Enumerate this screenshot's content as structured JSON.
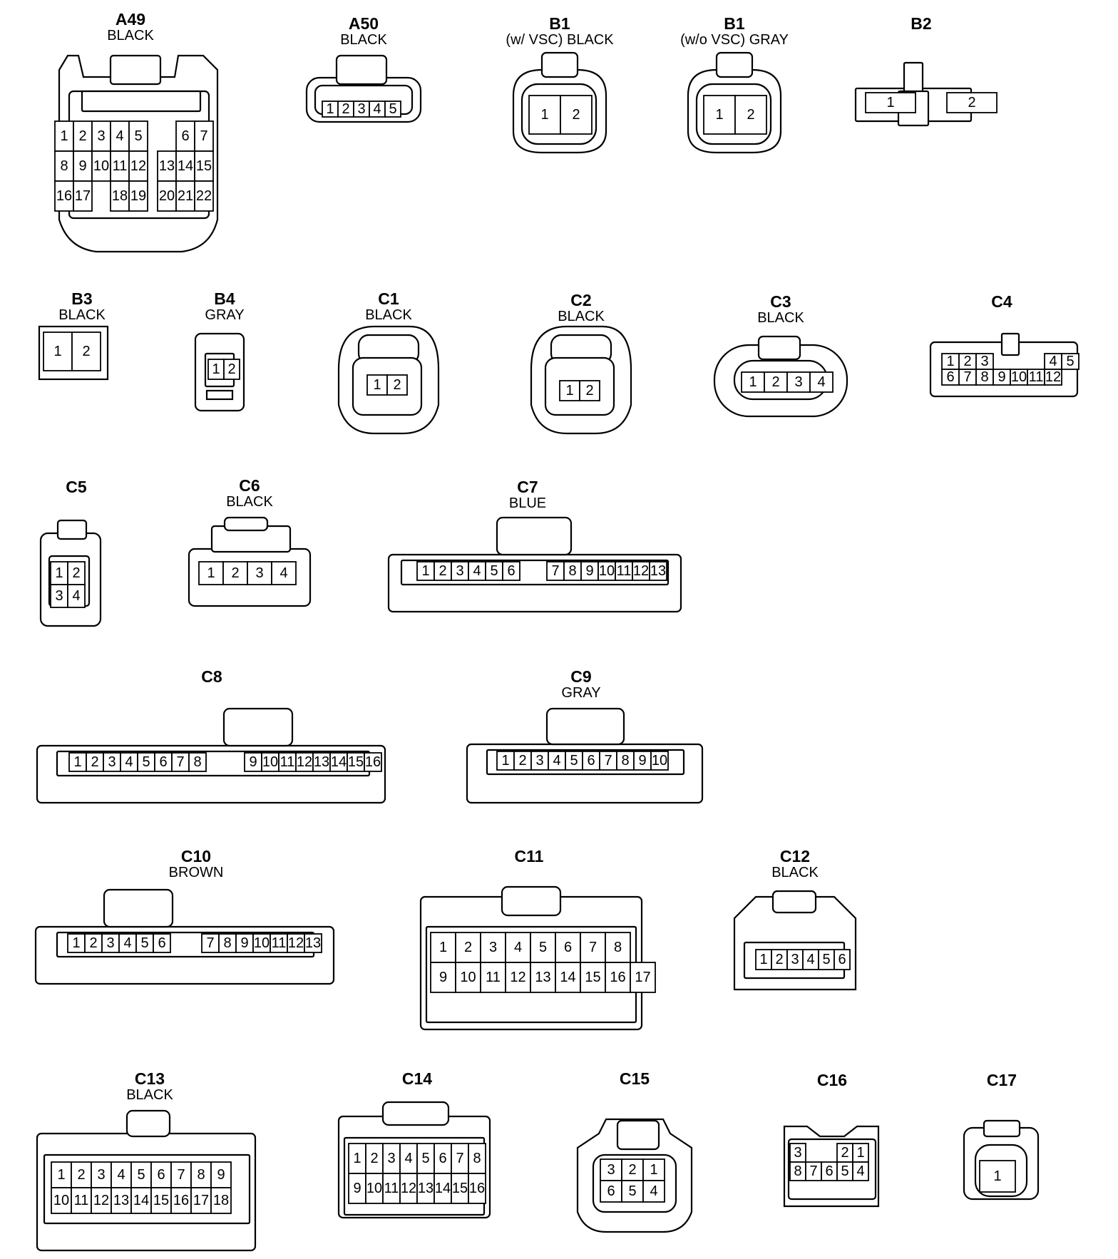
{
  "connectors": [
    {
      "key": "A49",
      "id": "A49",
      "color": "BLACK",
      "rows": [
        [
          "1",
          "2",
          "3",
          "4",
          "5",
          "",
          "6",
          "7"
        ],
        [
          "8",
          "9",
          "10",
          "11",
          "12",
          "13",
          "14",
          "15"
        ],
        [
          "16",
          "17",
          "",
          "18",
          "19",
          "20",
          "21",
          "22"
        ]
      ]
    },
    {
      "key": "A50",
      "id": "A50",
      "color": "BLACK",
      "rows": [
        [
          "1",
          "2",
          "3",
          "4",
          "5"
        ]
      ]
    },
    {
      "key": "B1a",
      "id": "B1",
      "color": "(w/ VSC)  BLACK",
      "rows": [
        [
          "1",
          "2"
        ]
      ]
    },
    {
      "key": "B1b",
      "id": "B1",
      "color": "(w/o VSC)  GRAY",
      "rows": [
        [
          "1",
          "2"
        ]
      ]
    },
    {
      "key": "B2",
      "id": "B2",
      "color": "",
      "rows": [
        [
          "1",
          "2"
        ]
      ]
    },
    {
      "key": "B3",
      "id": "B3",
      "color": "BLACK",
      "rows": [
        [
          "1",
          "2"
        ]
      ]
    },
    {
      "key": "B4",
      "id": "B4",
      "color": "GRAY",
      "rows": [
        [
          "1",
          "2"
        ]
      ]
    },
    {
      "key": "C1",
      "id": "C1",
      "color": "BLACK",
      "rows": [
        [
          "1",
          "2"
        ]
      ]
    },
    {
      "key": "C2",
      "id": "C2",
      "color": "BLACK",
      "rows": [
        [
          "1",
          "2"
        ]
      ]
    },
    {
      "key": "C3",
      "id": "C3",
      "color": "BLACK",
      "rows": [
        [
          "1",
          "2",
          "3",
          "4"
        ]
      ]
    },
    {
      "key": "C4",
      "id": "C4",
      "color": "",
      "rows": [
        [
          "1",
          "2",
          "3",
          "",
          "",
          "",
          "4",
          "5"
        ],
        [
          "6",
          "7",
          "8",
          "9",
          "10",
          "11",
          "12"
        ]
      ]
    },
    {
      "key": "C5",
      "id": "C5",
      "color": "",
      "rows": [
        [
          "1",
          "2"
        ],
        [
          "3",
          "4"
        ]
      ]
    },
    {
      "key": "C6",
      "id": "C6",
      "color": "BLACK",
      "rows": [
        [
          "1",
          "2",
          "3",
          "4"
        ]
      ]
    },
    {
      "key": "C7",
      "id": "C7",
      "color": "BLUE",
      "rows": [
        [
          "1",
          "2",
          "3",
          "4",
          "5",
          "6",
          "",
          "7",
          "8",
          "9",
          "10",
          "11",
          "12",
          "13"
        ]
      ]
    },
    {
      "key": "C8",
      "id": "C8",
      "color": "",
      "rows": [
        [
          "1",
          "2",
          "3",
          "4",
          "5",
          "6",
          "7",
          "8",
          "",
          "9",
          "10",
          "11",
          "12",
          "13",
          "14",
          "15",
          "16"
        ]
      ]
    },
    {
      "key": "C9",
      "id": "C9",
      "color": "GRAY",
      "rows": [
        [
          "1",
          "2",
          "3",
          "4",
          "5",
          "6",
          "7",
          "8",
          "9",
          "10"
        ]
      ]
    },
    {
      "key": "C10",
      "id": "C10",
      "color": "BROWN",
      "rows": [
        [
          "1",
          "2",
          "3",
          "4",
          "5",
          "6",
          "",
          "7",
          "8",
          "9",
          "10",
          "11",
          "12",
          "13"
        ]
      ]
    },
    {
      "key": "C11",
      "id": "C11",
      "color": "",
      "rows": [
        [
          "1",
          "2",
          "3",
          "4",
          "5",
          "6",
          "7",
          "8"
        ],
        [
          "9",
          "10",
          "11",
          "12",
          "13",
          "14",
          "15",
          "16",
          "17"
        ]
      ]
    },
    {
      "key": "C12",
      "id": "C12",
      "color": "BLACK",
      "rows": [
        [
          "1",
          "2",
          "3",
          "4",
          "5",
          "6"
        ]
      ]
    },
    {
      "key": "C13",
      "id": "C13",
      "color": "BLACK",
      "rows": [
        [
          "1",
          "2",
          "3",
          "4",
          "5",
          "6",
          "7",
          "8",
          "9"
        ],
        [
          "10",
          "11",
          "12",
          "13",
          "14",
          "15",
          "16",
          "17",
          "18"
        ]
      ]
    },
    {
      "key": "C14",
      "id": "C14",
      "color": "",
      "rows": [
        [
          "1",
          "2",
          "3",
          "4",
          "5",
          "6",
          "7",
          "8"
        ],
        [
          "9",
          "10",
          "11",
          "12",
          "13",
          "14",
          "15",
          "16"
        ]
      ]
    },
    {
      "key": "C15",
      "id": "C15",
      "color": "",
      "rows": [
        [
          "3",
          "2",
          "1"
        ],
        [
          "6",
          "5",
          "4"
        ]
      ]
    },
    {
      "key": "C16",
      "id": "C16",
      "color": "",
      "rows": [
        [
          "3",
          "",
          "",
          "2",
          "1"
        ],
        [
          "8",
          "7",
          "6",
          "5",
          "4"
        ]
      ]
    },
    {
      "key": "C17",
      "id": "C17",
      "color": "",
      "rows": [
        [
          "1"
        ]
      ]
    }
  ]
}
